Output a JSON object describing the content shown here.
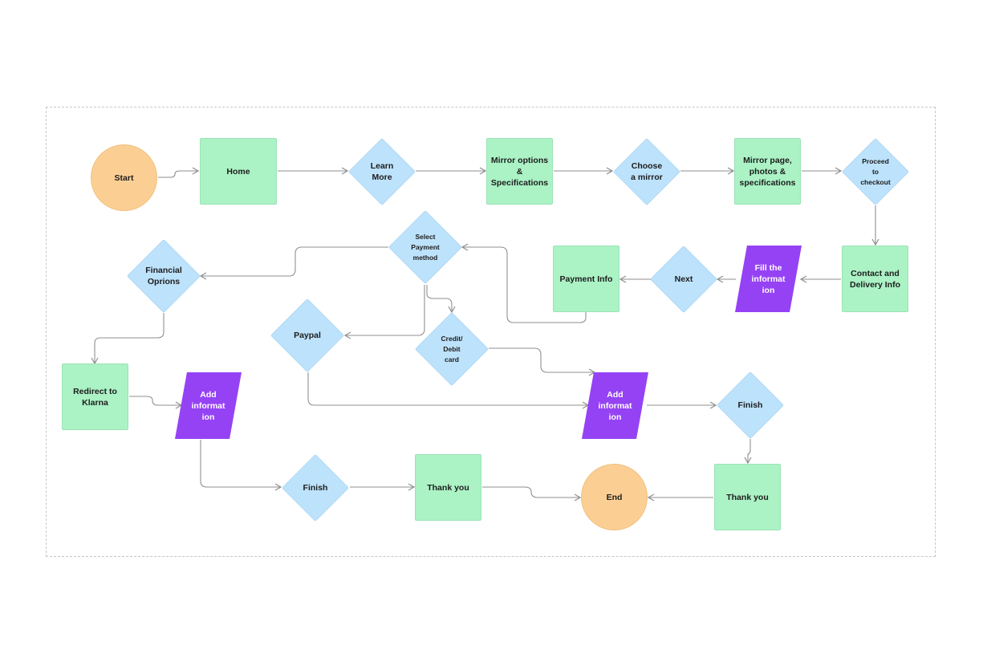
{
  "diagram": {
    "start": "Start",
    "home": "Home",
    "learn_more": "Learn\nMore",
    "mirror_options": "Mirror options\n&\nSpecifications",
    "choose_mirror": "Choose\na mirror",
    "mirror_page": "Mirror page,\nphotos &\nspecifications",
    "proceed_checkout": "Proceed\nto\ncheckout",
    "contact_delivery": "Contact and\nDelivery Info",
    "fill_info": "Fill  the\ninformat\nion",
    "next": "Next",
    "payment_info": "Payment Info",
    "select_payment": "Select\nPayment\nmethod",
    "financial_options": "Financial\nOprions",
    "paypal": "Paypal",
    "credit_debit": "Credit/\nDebit\ncard",
    "redirect_klarna": "Redirect to\nKlarna",
    "add_info_left": "Add\ninformat\nion",
    "add_info_mid": "Add\ninformat\nion",
    "finish_right": "Finish",
    "finish_bottom": "Finish",
    "thank_you_mid": "Thank you",
    "end": "End",
    "thank_you_right": "Thank you"
  },
  "colors": {
    "process": "#abf2c5",
    "decision": "#bde2fb",
    "terminal": "#fbcf94",
    "input": "#9542f5",
    "connector": "#8f8f8f"
  }
}
